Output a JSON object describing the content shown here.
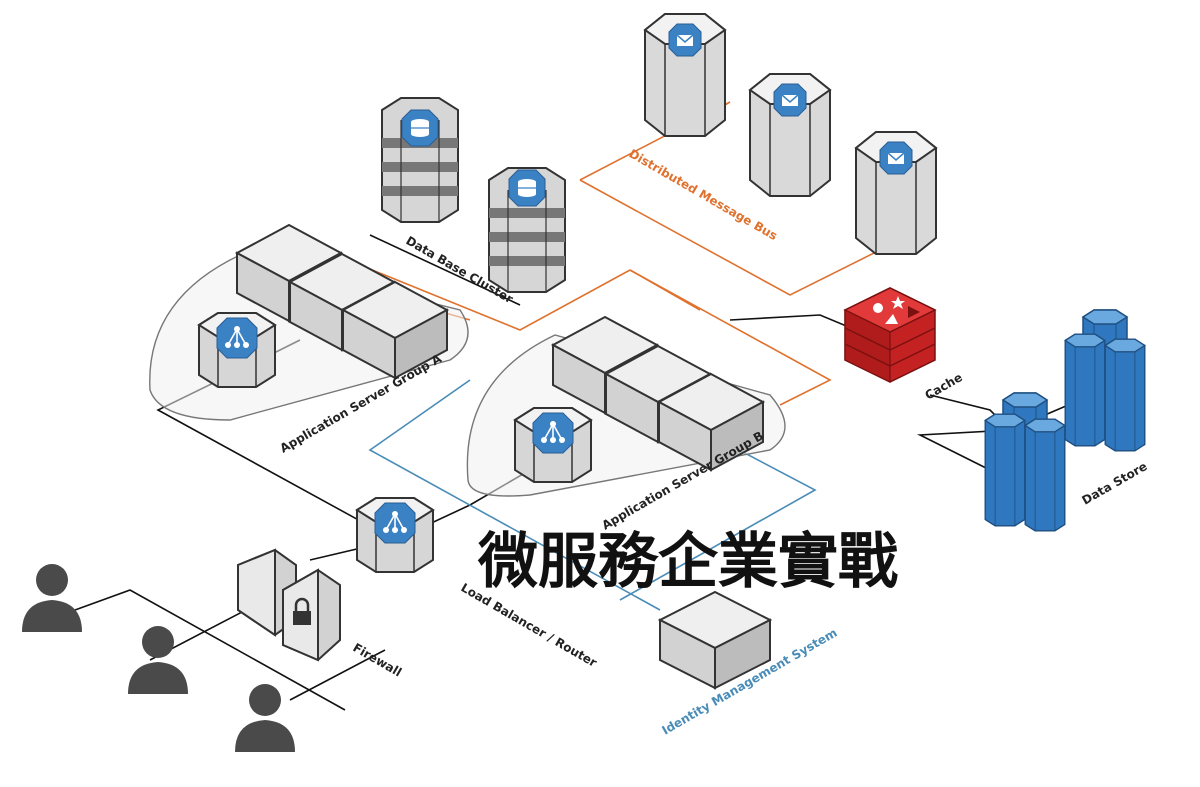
{
  "title": "微服務企業實戰",
  "labels": {
    "message_bus": "Distributed Message Bus",
    "db_cluster": "Data Base Cluster",
    "group_a": "Application Server Group A",
    "group_b": "Application Server Group B",
    "cache": "Cache",
    "data_store": "Data Store",
    "load_balancer": "Load Balancer / Router",
    "firewall": "Firewall",
    "identity": "Identity Management System"
  },
  "colors": {
    "message_bus_line": "#e0722f",
    "identity_line": "#4a8cb8",
    "cache_red": "#d52a2a",
    "data_store_blue": "#2f78c0",
    "node_blue": "#3b82c4",
    "user_gray": "#4a4a4a"
  },
  "icons": {
    "message_queue": "envelope-icon",
    "database": "database-icon",
    "router": "network-branch-icon",
    "cache": "redis-cache-icon",
    "lock": "lock-icon",
    "user": "user-icon"
  }
}
